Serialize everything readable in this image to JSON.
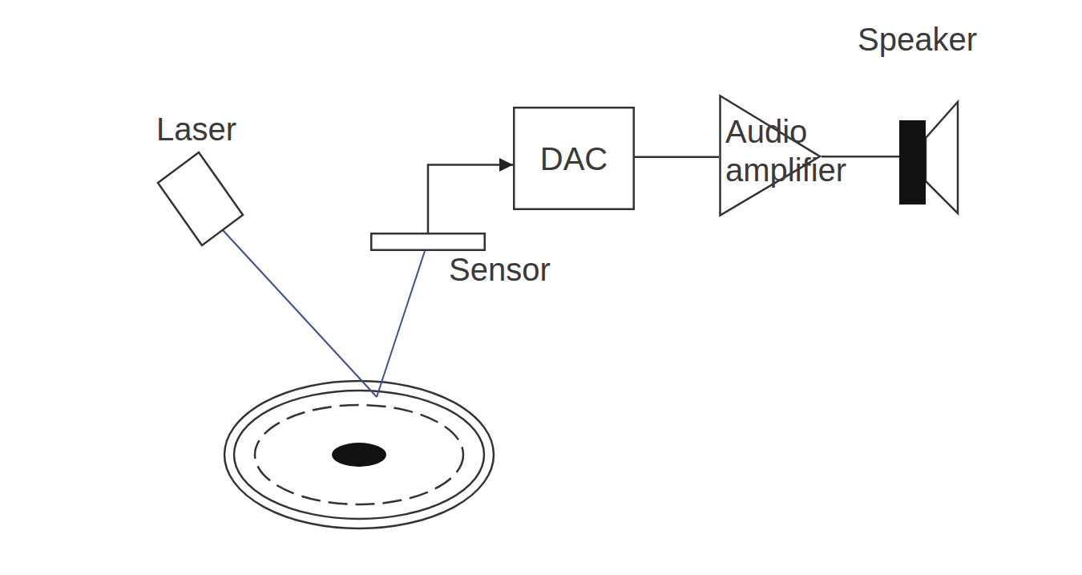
{
  "diagram": {
    "nodes": [
      {
        "text": [
          "Laser"
        ]
      },
      {
        "text": [
          "Sensor"
        ]
      },
      {
        "text": [
          "DAC"
        ]
      },
      {
        "text": [
          "Audio amplifier"
        ]
      },
      {
        "text": [
          "Speaker"
        ]
      }
    ],
    "edges": [
      {
        "from": 1,
        "to": 2,
        "arrow": "to"
      },
      {
        "from": 2,
        "to": 3,
        "arrow": "none"
      },
      {
        "from": 3,
        "to": 4,
        "arrow": "none"
      }
    ]
  }
}
